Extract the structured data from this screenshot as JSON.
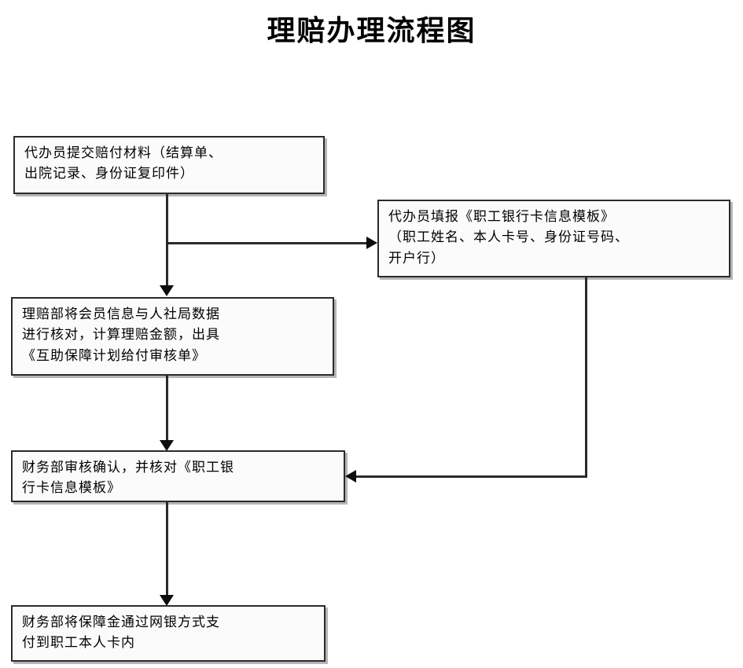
{
  "title": "理赔办理流程图",
  "diagram": {
    "type": "flowchart",
    "nodes": [
      {
        "id": "node-1",
        "name": "submit-claim-materials",
        "text": "代办员提交赔付材料（结算单、\n出院记录、身份证复印件）"
      },
      {
        "id": "node-2",
        "name": "fill-bank-card-template",
        "text": "代办员填报《职工银行卡信息模板》\n（职工姓名、本人卡号、身份证号码、\n开户行）"
      },
      {
        "id": "node-3",
        "name": "claims-dept-verify-calculate",
        "text": "理赔部将会员信息与人社局数据\n进行核对，计算理赔金额，出具\n《互助保障计划给付审核单》"
      },
      {
        "id": "node-4",
        "name": "finance-dept-review-confirm",
        "text": "财务部审核确认，并核对《职工银\n行卡信息模板》"
      },
      {
        "id": "node-5",
        "name": "finance-dept-online-bank-payment",
        "text": "财务部将保障金通过网银方式支\n付到职工本人卡内"
      }
    ],
    "edges": [
      {
        "name": "edge-node1-to-node2",
        "from": "node-1",
        "to": "node-2",
        "arrow": "right"
      },
      {
        "name": "edge-node1-to-node3",
        "from": "node-1",
        "to": "node-3",
        "arrow": "down"
      },
      {
        "name": "edge-node3-to-node4",
        "from": "node-3",
        "to": "node-4",
        "arrow": "down"
      },
      {
        "name": "edge-node2-to-node4",
        "from": "node-2",
        "to": "node-4",
        "arrow": "left"
      },
      {
        "name": "edge-node4-to-node5",
        "from": "node-4",
        "to": "node-5",
        "arrow": "down"
      }
    ]
  },
  "colors": {
    "stroke": "#2b2b2b",
    "node_fill": "#fbfbfb",
    "text": "#000000",
    "background": "#ffffff"
  }
}
